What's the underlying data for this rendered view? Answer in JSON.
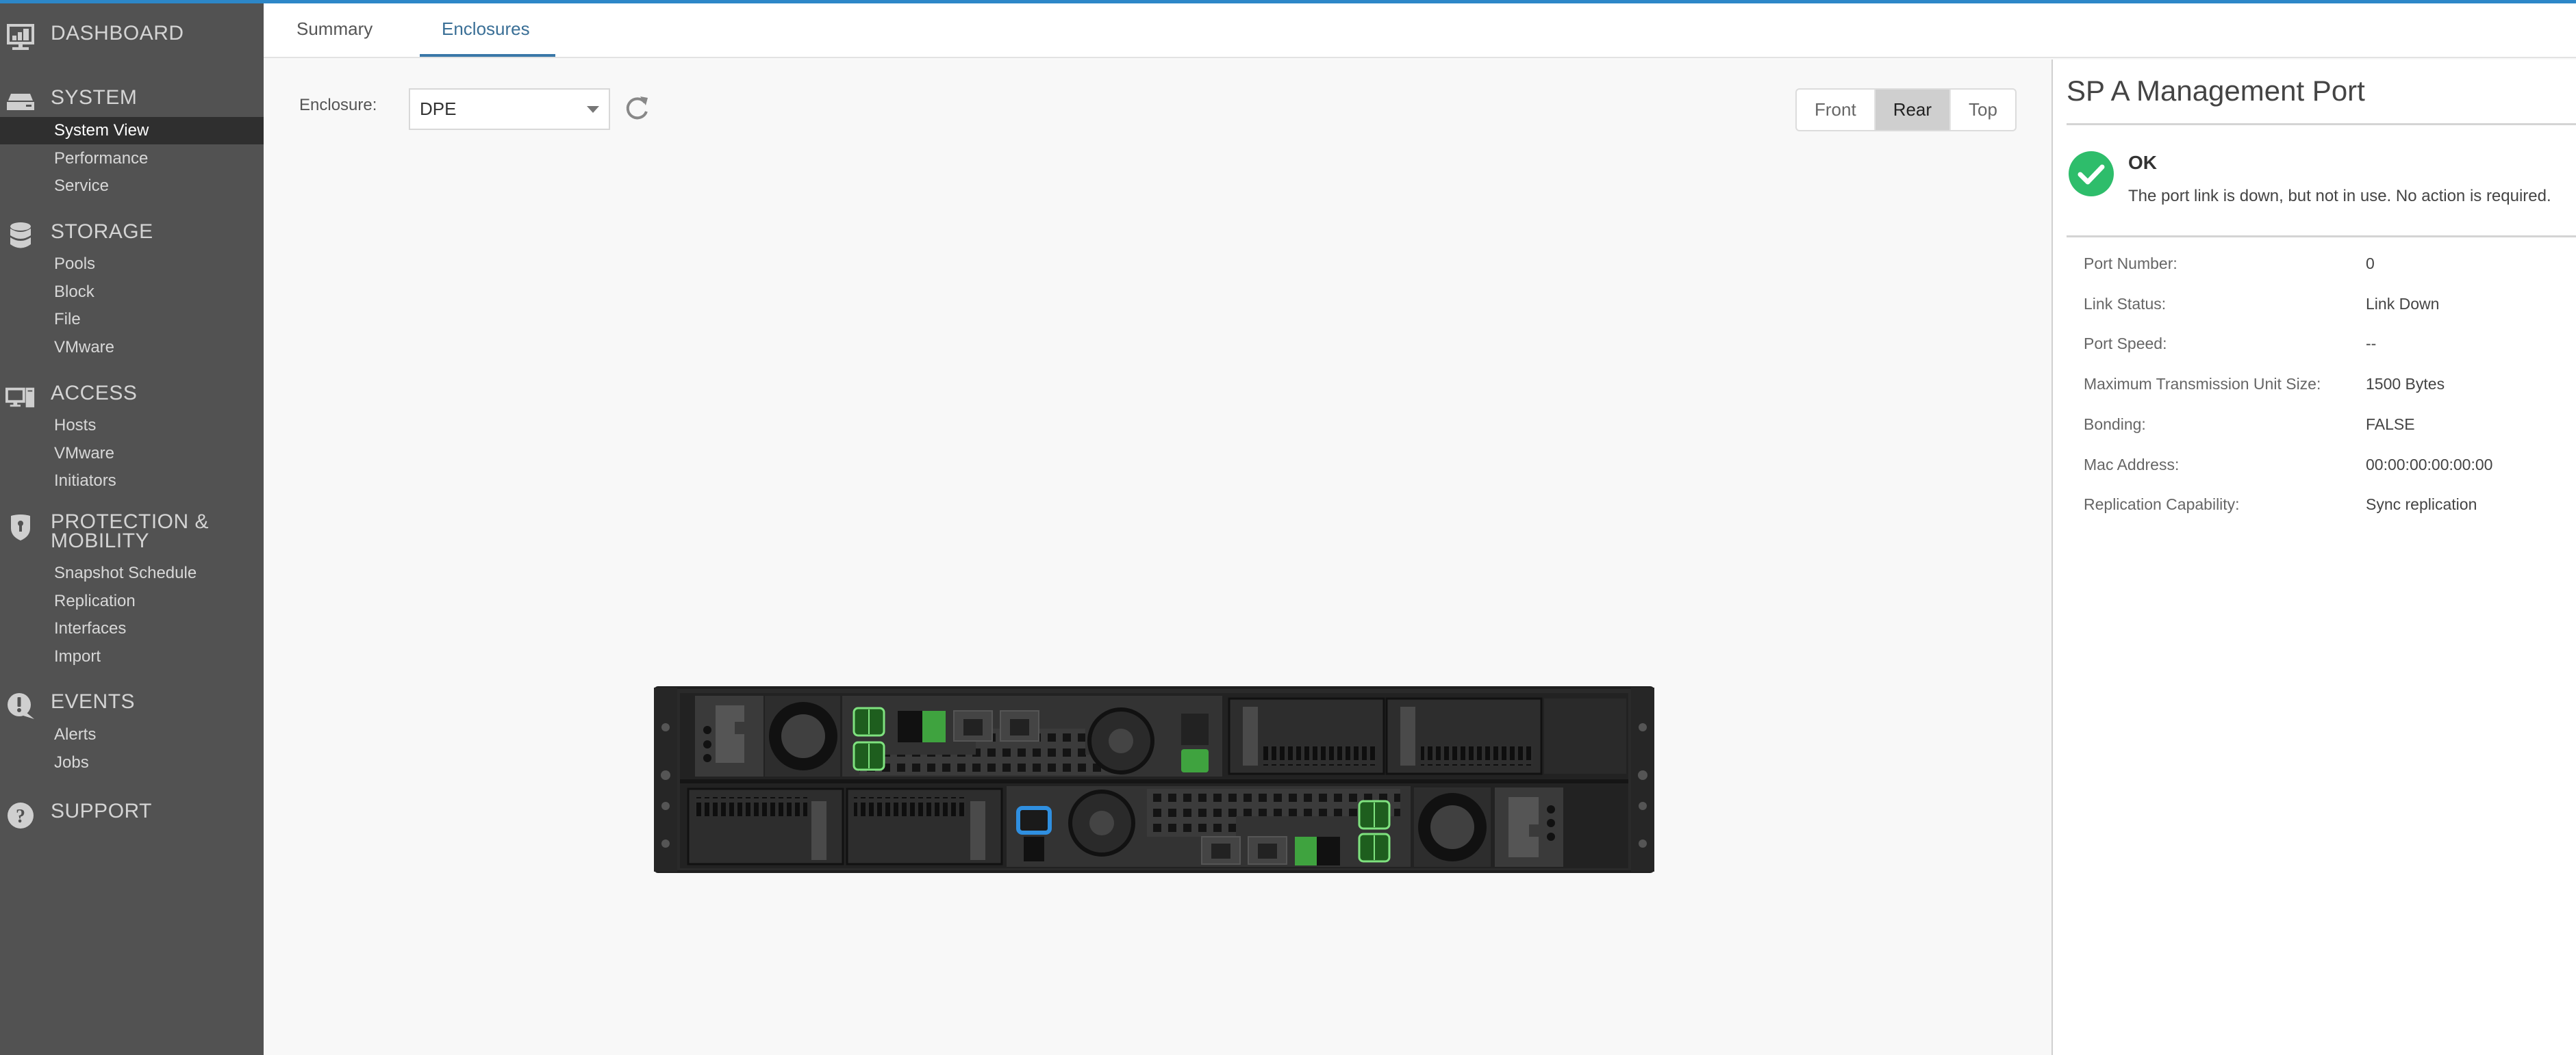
{
  "sidebar": {
    "sections": [
      {
        "label": "DASHBOARD",
        "icon": "dashboard-monitor-icon",
        "items": []
      },
      {
        "label": "SYSTEM",
        "icon": "system-server-icon",
        "items": [
          {
            "label": "System View",
            "active": true
          },
          {
            "label": "Performance"
          },
          {
            "label": "Service"
          }
        ]
      },
      {
        "label": "STORAGE",
        "icon": "storage-database-icon",
        "items": [
          {
            "label": "Pools"
          },
          {
            "label": "Block"
          },
          {
            "label": "File"
          },
          {
            "label": "VMware"
          }
        ]
      },
      {
        "label": "ACCESS",
        "icon": "access-computer-icon",
        "items": [
          {
            "label": "Hosts"
          },
          {
            "label": "VMware"
          },
          {
            "label": "Initiators"
          }
        ]
      },
      {
        "label": "PROTECTION &",
        "label2": "MOBILITY",
        "icon": "protection-shield-icon",
        "items": [
          {
            "label": "Snapshot Schedule"
          },
          {
            "label": "Replication"
          },
          {
            "label": "Interfaces"
          },
          {
            "label": "Import"
          }
        ]
      },
      {
        "label": "EVENTS",
        "icon": "events-alert-icon",
        "items": [
          {
            "label": "Alerts"
          },
          {
            "label": "Jobs"
          }
        ]
      },
      {
        "label": "SUPPORT",
        "icon": "support-question-icon",
        "items": []
      }
    ]
  },
  "tabs": [
    {
      "label": "Summary",
      "active": false
    },
    {
      "label": "Enclosures",
      "active": true
    }
  ],
  "enclosure": {
    "label": "Enclosure:",
    "selected": "DPE",
    "refresh_icon": "refresh-icon",
    "views": [
      {
        "label": "Front",
        "active": false
      },
      {
        "label": "Rear",
        "active": true
      },
      {
        "label": "Top",
        "active": false
      }
    ],
    "image": "dpe-rear-chassis-illustration"
  },
  "panel": {
    "title": "SP A Management Port",
    "status": {
      "label": "OK",
      "icon": "ok-check-icon",
      "color": "#2ebd6b",
      "description": "The port link is down, but not in use. No action is required."
    },
    "properties": [
      {
        "label": "Port Number:",
        "value": "0"
      },
      {
        "label": "Link Status:",
        "value": "Link Down"
      },
      {
        "label": "Port Speed:",
        "value": "--"
      },
      {
        "label": "Maximum Transmission Unit Size:",
        "value": "1500 Bytes"
      },
      {
        "label": "Bonding:",
        "value": "FALSE"
      },
      {
        "label": "Mac Address:",
        "value": "00:00:00:00:00:00"
      },
      {
        "label": "Replication Capability:",
        "value": "Sync replication"
      }
    ]
  },
  "colors": {
    "accent": "#2d87c8",
    "sidebar_bg": "#525252",
    "sidebar_active_bg": "#2f2f2f",
    "ok_green": "#2ebd6b",
    "port_green": "#3fa33f",
    "selected_port_blue": "#2f8fe0"
  }
}
